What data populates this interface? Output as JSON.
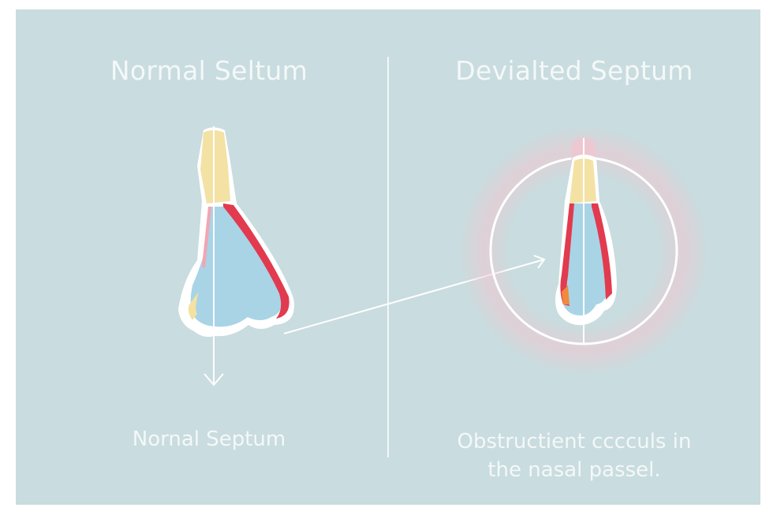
{
  "titles": {
    "left": "Normal Seltum",
    "right": "Devialted Septum"
  },
  "captions": {
    "left": "Nornal Septum",
    "right_line1": "Obstructient cccculs in",
    "right_line2": "the nasal passel."
  },
  "colors": {
    "background": "#c9dcdf",
    "text": "#f4f8f8",
    "cartilage_yellow": "#f3e2a4",
    "tissue_blue": "#a8d4e6",
    "mucosa_red": "#e23a4e",
    "highlight_pink": "#f1c6cf"
  }
}
